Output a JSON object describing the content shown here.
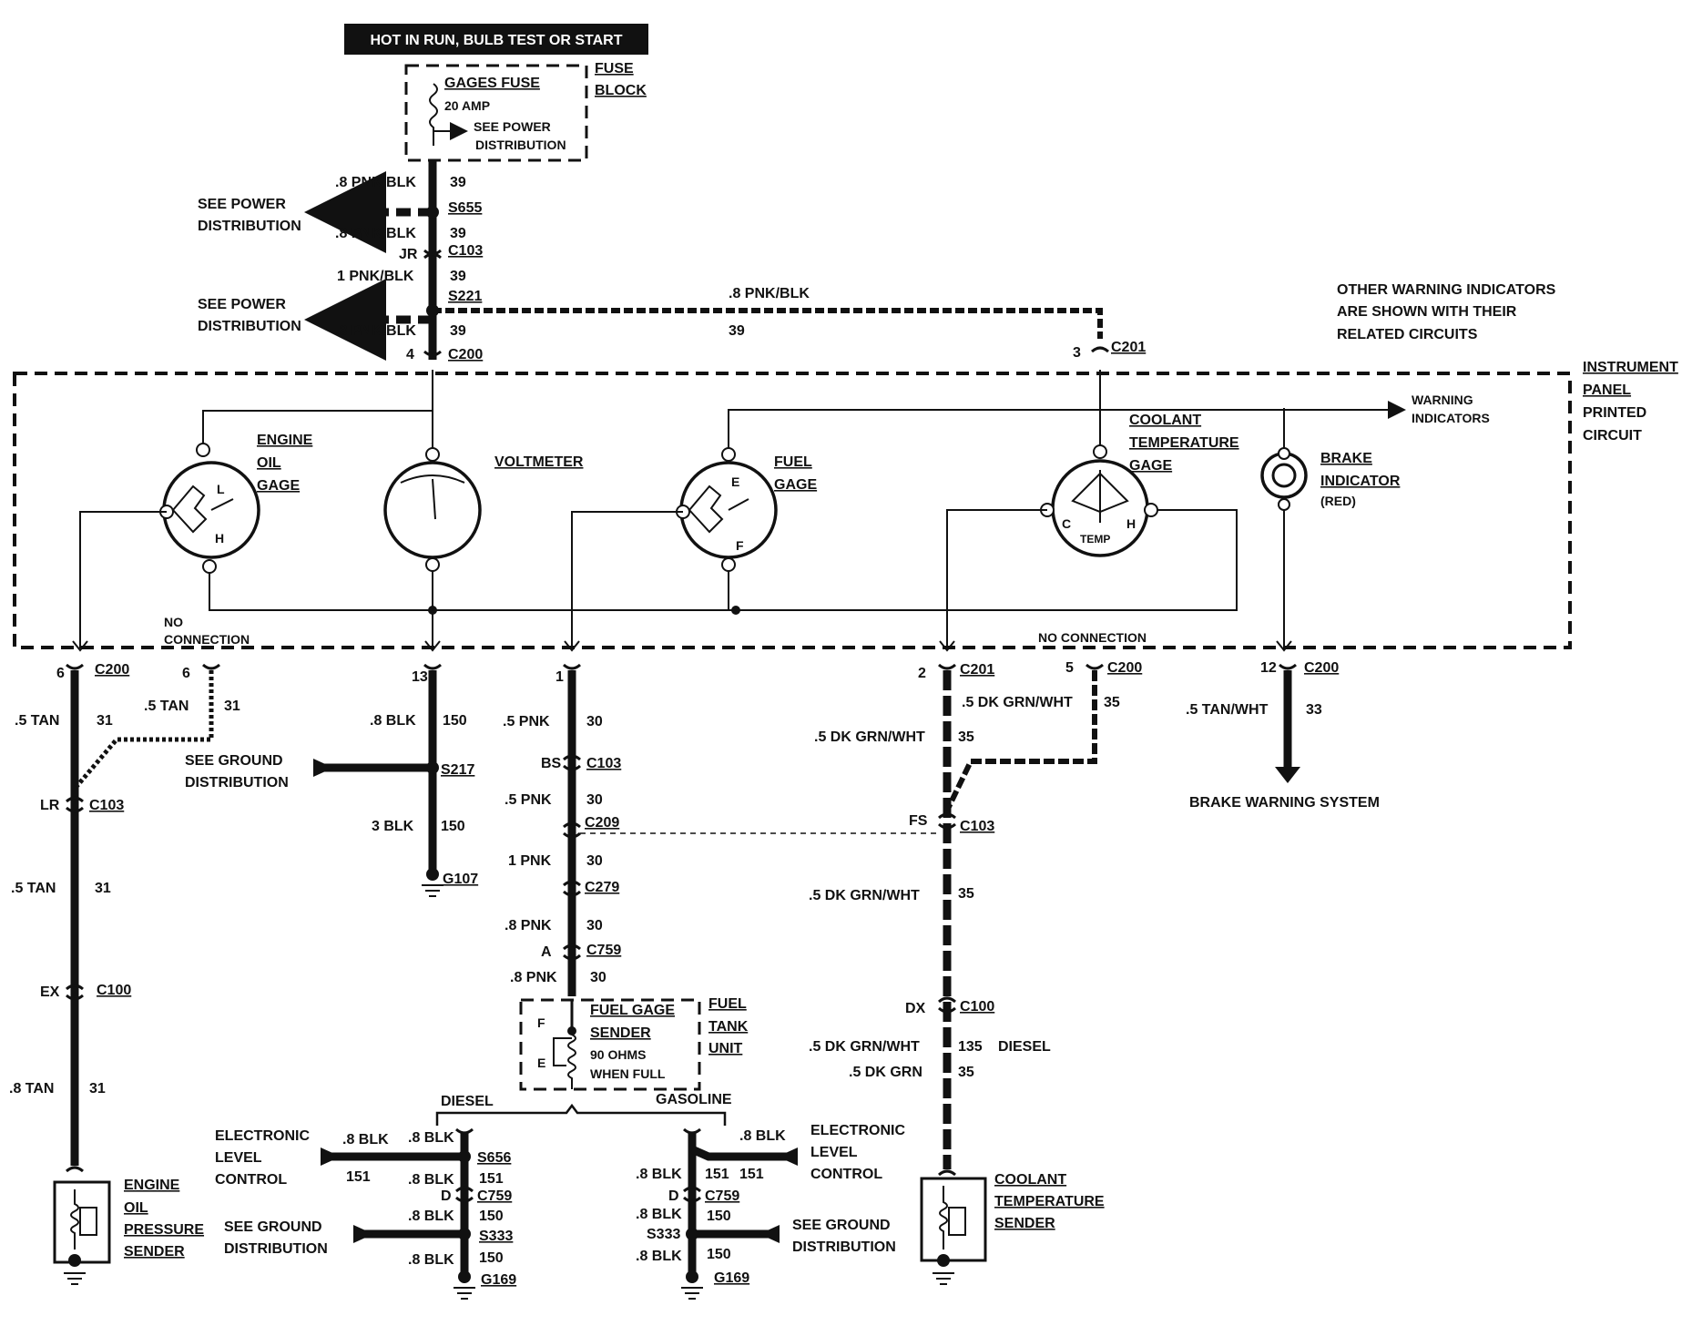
{
  "header": {
    "banner": "HOT IN RUN,   BULB TEST OR START"
  },
  "fuse_block": {
    "fuse_name": "GAGES FUSE",
    "rating": "20 AMP",
    "see_power_1": "SEE POWER",
    "see_power_2": "DISTRIBUTION",
    "block_1": "FUSE",
    "block_2": "BLOCK"
  },
  "top_feed": {
    "w1_gauge": ".8 PNK/BLK",
    "w1_circuit": "39",
    "s655": "S655",
    "w2_gauge": ".8 PNK/BLK",
    "w2_circuit": "39",
    "jr": "JR",
    "c103": "C103",
    "w3_gauge": "1 PNK/BLK",
    "w3_circuit": "39",
    "s221": "S221",
    "w4_gauge": ".8 PNK/BLK",
    "w4_circuit": "39",
    "pin4": "4",
    "c200": "C200",
    "branch_gauge": ".8 PNK/BLK",
    "branch_circuit": "39",
    "pin3": "3",
    "c201": "C201",
    "spd1_a": "SEE POWER",
    "spd1_b": "DISTRIBUTION",
    "spd2_a": "SEE POWER",
    "spd2_b": "DISTRIBUTION"
  },
  "notes": {
    "other_1": "OTHER WARNING INDICATORS",
    "other_2": "ARE SHOWN WITH THEIR",
    "other_3": "RELATED CIRCUITS",
    "ip_1": "INSTRUMENT",
    "ip_2": "PANEL",
    "ip_3": "PRINTED",
    "ip_4": "CIRCUIT",
    "warn_1": "WARNING",
    "warn_2": "INDICATORS",
    "noconn_left_1": "NO",
    "noconn_left_2": "CONNECTION",
    "noconn_right": "NO CONNECTION"
  },
  "gauges": {
    "oil_1": "ENGINE",
    "oil_2": "OIL",
    "oil_3": "GAGE",
    "oil_l": "L",
    "oil_h": "H",
    "volt": "VOLTMETER",
    "fuel_1": "FUEL",
    "fuel_2": "GAGE",
    "fuel_e": "E",
    "fuel_f": "F",
    "cool_1": "COOLANT",
    "cool_2": "TEMPERATURE",
    "cool_3": "GAGE",
    "cool_c": "C",
    "cool_h": "H",
    "cool_temp": "TEMP",
    "brake_1": "BRAKE",
    "brake_2": "INDICATOR",
    "brake_3": "(RED)"
  },
  "oil_circuit": {
    "pin6a": "6",
    "c200": "C200",
    "pin6b": "6",
    "w1": ".5 TAN",
    "w1c": "31",
    "w2": ".5 TAN",
    "w2c": "31",
    "lr": "LR",
    "c103": "C103",
    "w3": ".5 TAN",
    "w3c": "31",
    "ex": "EX",
    "c100": "C100",
    "w4": ".8 TAN",
    "w4c": "31",
    "sender_1": "ENGINE",
    "sender_2": "OIL",
    "sender_3": "PRESSURE",
    "sender_4": "SENDER"
  },
  "volt_circuit": {
    "pin13": "13",
    "w1": ".8 BLK",
    "w1c": "150",
    "sgd_1": "SEE GROUND",
    "sgd_2": "DISTRIBUTION",
    "s217": "S217",
    "w2": "3 BLK",
    "w2c": "150",
    "g107": "G107"
  },
  "fuel_circuit": {
    "pin1": "1",
    "w1": ".5 PNK",
    "w1c": "30",
    "bs": "BS",
    "c103": "C103",
    "w2": ".5 PNK",
    "w2c": "30",
    "c209": "C209",
    "w3": "1 PNK",
    "w3c": "30",
    "c279": "C279",
    "w4": ".8 PNK",
    "w4c": "30",
    "a": "A",
    "c759": "C759",
    "w5": ".8 PNK",
    "w5c": "30",
    "sender_1": "FUEL GAGE",
    "sender_2": "SENDER",
    "sender_3": "90 OHMS",
    "sender_4": "WHEN FULL",
    "f": "F",
    "e": "E",
    "unit_1": "FUEL",
    "unit_2": "TANK",
    "unit_3": "UNIT",
    "diesel": "DIESEL",
    "gasoline": "GASOLINE"
  },
  "ground_diesel": {
    "elc_1": "ELECTRONIC",
    "elc_2": "LEVEL",
    "elc_3": "CONTROL",
    "w_a": ".8 BLK",
    "w_b": ".8 BLK",
    "c151": "151",
    "s656": "S656",
    "w_c": ".8 BLK",
    "c151b": "151",
    "d": "D",
    "c759": "C759",
    "sgd_1": "SEE GROUND",
    "sgd_2": "DISTRIBUTION",
    "w_d": ".8 BLK",
    "c150": "150",
    "s333": "S333",
    "w_e": ".8 BLK",
    "c150b": "150",
    "g169": "G169"
  },
  "ground_gas": {
    "w_a": ".8 BLK",
    "elc_1": "ELECTRONIC",
    "elc_2": "LEVEL",
    "elc_3": "CONTROL",
    "w_b": ".8 BLK",
    "c151a": "151",
    "c151b": "151",
    "d": "D",
    "c759": "C759",
    "w_c": ".8 BLK",
    "c150": "150",
    "s333": "S333",
    "sgd_1": "SEE GROUND",
    "sgd_2": "DISTRIBUTION",
    "w_d": ".8 BLK",
    "c150b": "150",
    "g169": "G169"
  },
  "coolant_circuit": {
    "pin2": "2",
    "c201": "C201",
    "pin5": "5",
    "c200": "C200",
    "w1": ".5 DK GRN/WHT",
    "w1c": "35",
    "w2": ".5 DK GRN/WHT",
    "w2c": "35",
    "fs": "FS",
    "c103": "C103",
    "w3": ".5 DK GRN/WHT",
    "w3c": "35",
    "dx": "DX",
    "c100": "C100",
    "w4": ".5 DK GRN/WHT",
    "w4c": "135",
    "diesel": "DIESEL",
    "w5": ".5 DK GRN",
    "w5c": "35",
    "sender_1": "COOLANT",
    "sender_2": "TEMPERATURE",
    "sender_3": "SENDER"
  },
  "brake_circuit": {
    "pin12": "12",
    "c200": "C200",
    "w1": ".5 TAN/WHT",
    "w1c": "33",
    "system": "BRAKE WARNING SYSTEM"
  }
}
